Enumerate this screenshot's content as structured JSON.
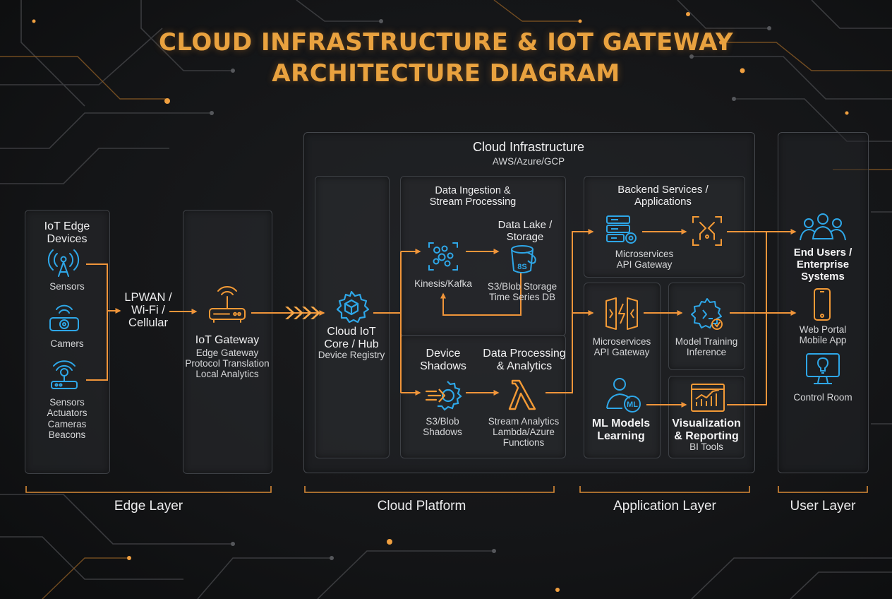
{
  "title": {
    "line1": "CLOUD INFRASTRUCTURE & IOT GATEWAY",
    "line2": "ARCHITECTURE DIAGRAM"
  },
  "edge_devices": {
    "title": "IoT Edge Devices",
    "sensors": "Sensors",
    "camera": "Camers",
    "group": [
      "Sensors",
      "Actuators",
      "Cameras",
      "Beacons"
    ]
  },
  "connectivity": "LPWAN / Wi-Fi / Cellular",
  "gateway": {
    "title": "IoT Gateway",
    "lines": [
      "Edge Gateway",
      "Protocol Translation",
      "Local Analytics"
    ]
  },
  "cloud": {
    "title": "Cloud Infrastructure",
    "subtitle": "AWS/Azure/GCP",
    "core": {
      "title": "Cloud IoT Core / Hub",
      "sub": "Device Registry"
    },
    "ingestion": {
      "title": "Data Ingestion & Stream Processing",
      "kinesis": "Kinesis/Kafka"
    },
    "lake": {
      "title": "Data Lake / Storage",
      "lines": [
        "S3/Blob Storage",
        "Time Series DB"
      ],
      "badge": "8S"
    },
    "shadows": {
      "title": "Device Shadows",
      "sub": "S3/Blob Shadows"
    },
    "processing": {
      "title": "Data Processing & Analytics",
      "lines": [
        "Stream Analytics",
        "Lambda/Azure",
        "Functions"
      ]
    }
  },
  "application": {
    "backend": {
      "title": "Backend Services / Applications",
      "lines": [
        "Microservices",
        "API Gateway"
      ]
    },
    "micro": [
      "Microservices",
      "API Gateway"
    ],
    "training": [
      "Model Training",
      "Inference"
    ],
    "ml": "ML Models Learning",
    "ml_badge": "ML",
    "viz": {
      "title": "Visualization & Reporting",
      "sub": "BI Tools"
    }
  },
  "users": {
    "end_users": "End Users / Enterprise Systems",
    "portal": [
      "Web Portal",
      "Mobile App"
    ],
    "control": "Control Room"
  },
  "layers": {
    "edge": "Edge Layer",
    "cloud": "Cloud Platform",
    "application": "Application Layer",
    "user": "User Layer"
  },
  "colors": {
    "accent": "#e9a23f",
    "arrow": "#f0953a",
    "icon_blue": "#2ea7e8",
    "icon_orange": "#f39a36",
    "panel_border": "#3e4146"
  }
}
